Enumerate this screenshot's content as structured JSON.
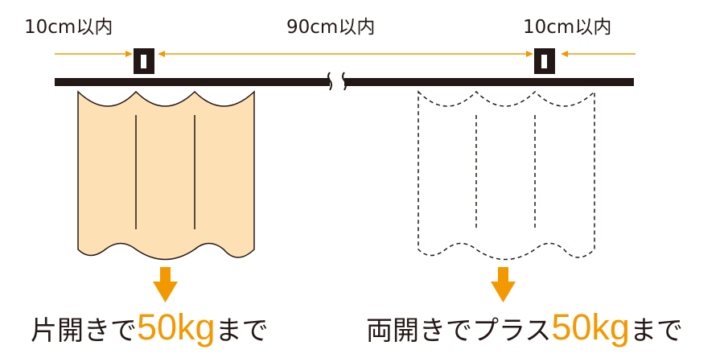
{
  "labels": {
    "left_gap": "10cm以内",
    "middle_gap": "90cm以内",
    "right_gap": "10cm以内"
  },
  "captions": {
    "single": {
      "prefix": "片開きで",
      "weight": "50kg",
      "suffix": "まで"
    },
    "double": {
      "prefix": "両開きでプラス",
      "weight": "50kg",
      "suffix": "まで"
    }
  },
  "colors": {
    "accent": "#f39800",
    "rail": "#231815",
    "curtain_fill": "#fde1b4"
  }
}
